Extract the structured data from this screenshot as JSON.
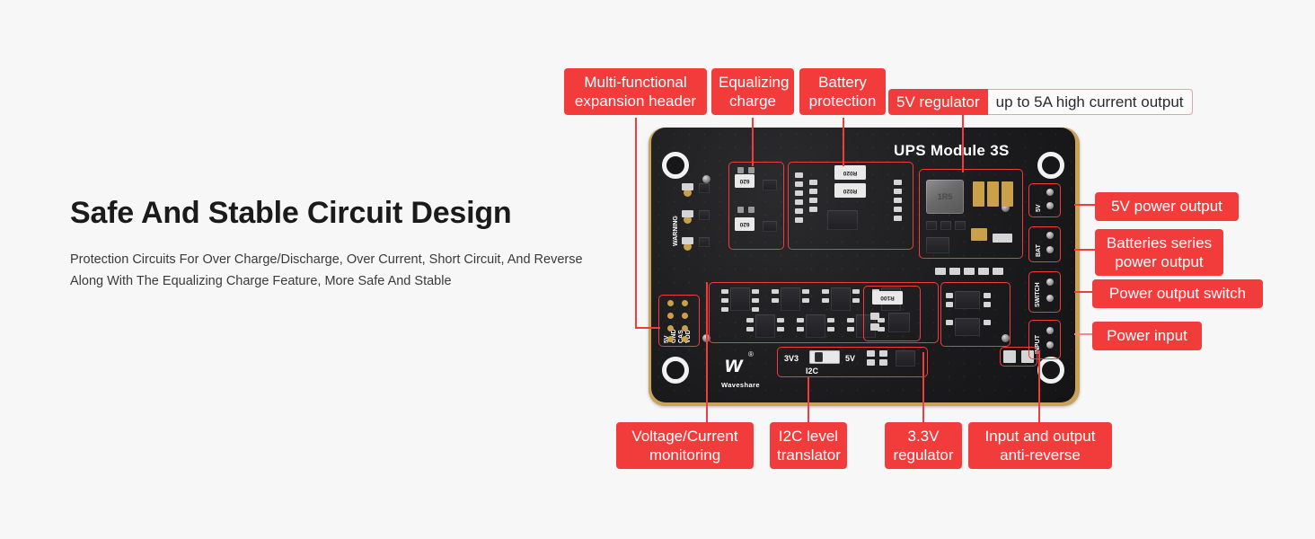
{
  "headline": "Safe And Stable Circuit Design",
  "subcopy": {
    "line1": "Protection Circuits For Over Charge/Discharge, Over Current, Short Circuit, And Reverse",
    "line2": "Along With The Equalizing Charge Feature, More Safe And Stable"
  },
  "colors": {
    "accent_red": "#f23b3b",
    "background": "#f7f7f7",
    "board_black": "#1b1b1d",
    "board_edge_gold": "#c9a35a",
    "headline_text": "#1b1b1b",
    "body_text": "#3a3a3a"
  },
  "callouts": {
    "top": [
      {
        "id": "expansion-header",
        "line1": "Multi-functional",
        "line2": "expansion header"
      },
      {
        "id": "equalizing-charge",
        "line1": "Equalizing",
        "line2": "charge"
      },
      {
        "id": "battery-protection",
        "line1": "Battery",
        "line2": "protection"
      }
    ],
    "regulator_combo": {
      "id": "5v-regulator",
      "label": "5V regulator",
      "detail": "up to 5A high current output"
    },
    "right": [
      {
        "id": "5v-power-output",
        "line1": "5V power output",
        "line2": ""
      },
      {
        "id": "batteries-series-power-output",
        "line1": "Batteries series",
        "line2": "power output"
      },
      {
        "id": "power-output-switch",
        "line1": "Power output switch",
        "line2": ""
      },
      {
        "id": "power-input",
        "line1": "Power input",
        "line2": ""
      }
    ],
    "bottom": [
      {
        "id": "voltage-current-monitoring",
        "line1": "Voltage/Current",
        "line2": "monitoring"
      },
      {
        "id": "i2c-level-translator",
        "line1": "I2C level",
        "line2": "translator"
      },
      {
        "id": "3v3-regulator",
        "line1": "3.3V",
        "line2": "regulator"
      },
      {
        "id": "input-output-anti-reverse",
        "line1": "Input and output",
        "line2": "anti-reverse"
      }
    ]
  },
  "board": {
    "title_silkscreen": "UPS Module 3S",
    "warning_silkscreen": "WARNING",
    "brand": "Waveshare",
    "brand_mark": "®",
    "i2c_label": "I2C",
    "i2c_left_level": "3V3",
    "i2c_right_level": "5V",
    "connectors": [
      {
        "id": "connector-5v",
        "label": "5V"
      },
      {
        "id": "connector-bat",
        "label": "BAT"
      },
      {
        "id": "connector-switch",
        "label": "SWITCH"
      },
      {
        "id": "connector-input",
        "label": "INPUT"
      }
    ],
    "header_pin_labels": [
      "5V",
      "GND",
      "CAS",
      "VDD",
      "5V",
      "GND",
      "CAS",
      "SCL"
    ],
    "component_markings": {
      "equalizer_res_1": "620",
      "equalizer_res_2": "620",
      "sense_res_1": "R020",
      "sense_res_2": "R020",
      "inductor": "1R5",
      "shunt_res": "R100"
    }
  }
}
